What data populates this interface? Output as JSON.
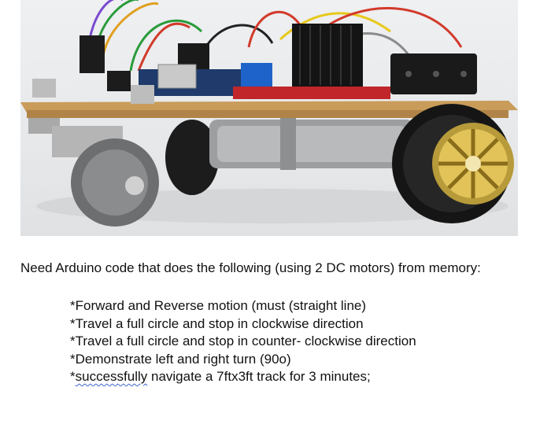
{
  "image": {
    "alt": "Arduino two-wheel robot car chassis with DC gear motors and caster wheel"
  },
  "intro": "Need Arduino code that does the following (using 2 DC motors) from memory:",
  "requirements": [
    {
      "text": "*Forward and Reverse motion (must (straight line)"
    },
    {
      "text": "*Travel a full circle and stop in clockwise direction"
    },
    {
      "text": "*Travel a full circle and stop in counter- clockwise direction"
    },
    {
      "text": "*Demonstrate left and right turn (90o)"
    },
    {
      "prefix": "*",
      "flagged": "successfully",
      "rest": " navigate a 7ftx3ft track for 3 minutes;"
    }
  ]
}
